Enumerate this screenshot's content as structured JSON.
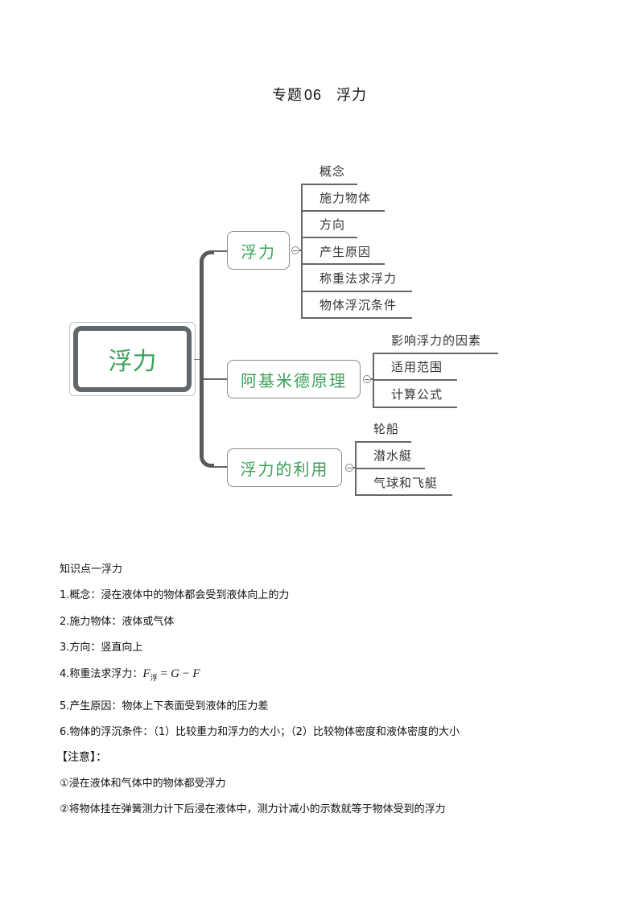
{
  "document": {
    "title_prefix": "专题",
    "title_number": "06",
    "title_topic": "浮力"
  },
  "mindmap": {
    "central": {
      "label": "浮力",
      "color": "#3aa25a",
      "border_color": "#5e686c"
    },
    "branches": [
      {
        "label": "浮力",
        "children": [
          "概念",
          "施力物体",
          "方向",
          "产生原因",
          "称重法求浮力",
          "物体浮沉条件"
        ]
      },
      {
        "label": "阿基米德原理",
        "children": [
          "影响浮力的因素",
          "适用范围",
          "计算公式"
        ]
      },
      {
        "label": "浮力的利用",
        "children": [
          "轮船",
          "潜水艇",
          "气球和飞艇"
        ]
      }
    ]
  },
  "content": {
    "heading": "知识点一浮力",
    "items": [
      "1.概念：浸在液体中的物体都会受到液体向上的力",
      "2.施力物体：液体或气体",
      "3.方向：竖直向上",
      "4.称重法求浮力：",
      "5.产生原因：物体上下表面受到液体的压力差",
      "6.物体的浮沉条件：（1）比较重力和浮力的大小；（2）比较物体密度和液体密度的大小"
    ],
    "formula": {
      "lhs": "F",
      "lhs_sub": "浮",
      "eq": "=",
      "g": "G",
      "minus": "−",
      "f": "F"
    },
    "note_heading": "【注意】：",
    "notes": [
      "①浸在液体和气体中的物体都受浮力",
      "②将物体挂在弹簧测力计下后浸在液体中，测力计减小的示数就等于物体受到的浮力"
    ]
  }
}
